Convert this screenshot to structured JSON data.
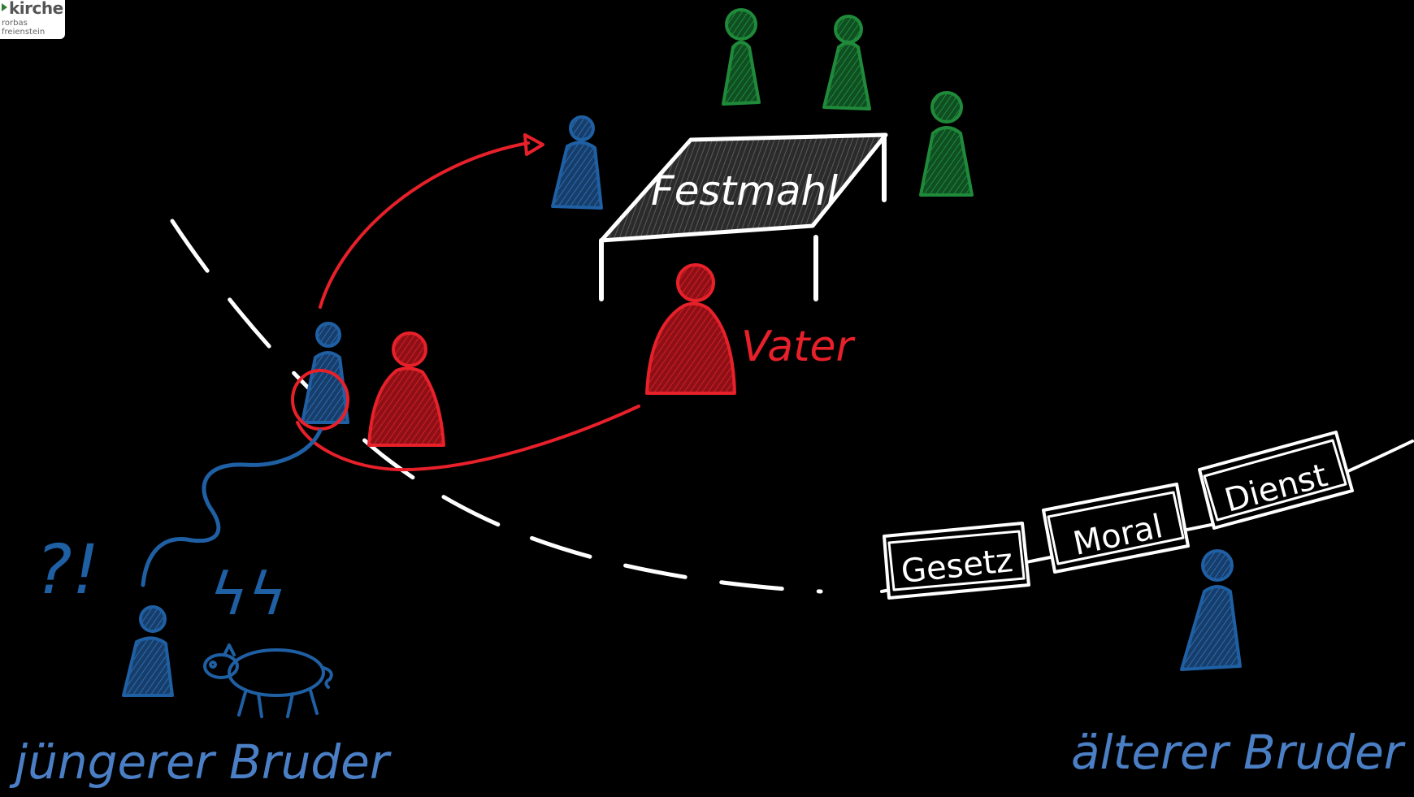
{
  "logo": {
    "brand": "kirche",
    "line1": "rorbas",
    "line2": "freienstein"
  },
  "labels": {
    "feast": "Festmahl",
    "father": "Vater",
    "younger_brother": "jüngerer Bruder",
    "elder_brother": "älterer Bruder",
    "law": "Gesetz",
    "morality": "Moral",
    "service": "Dienst",
    "question_exclaim": "?!",
    "lightning": "ϟϟ"
  },
  "colors": {
    "background": "#000000",
    "blue": "#1f5fa3",
    "blue_text": "#4a7fc6",
    "red": "#e8202a",
    "green": "#1f8a3a",
    "white": "#ffffff"
  }
}
